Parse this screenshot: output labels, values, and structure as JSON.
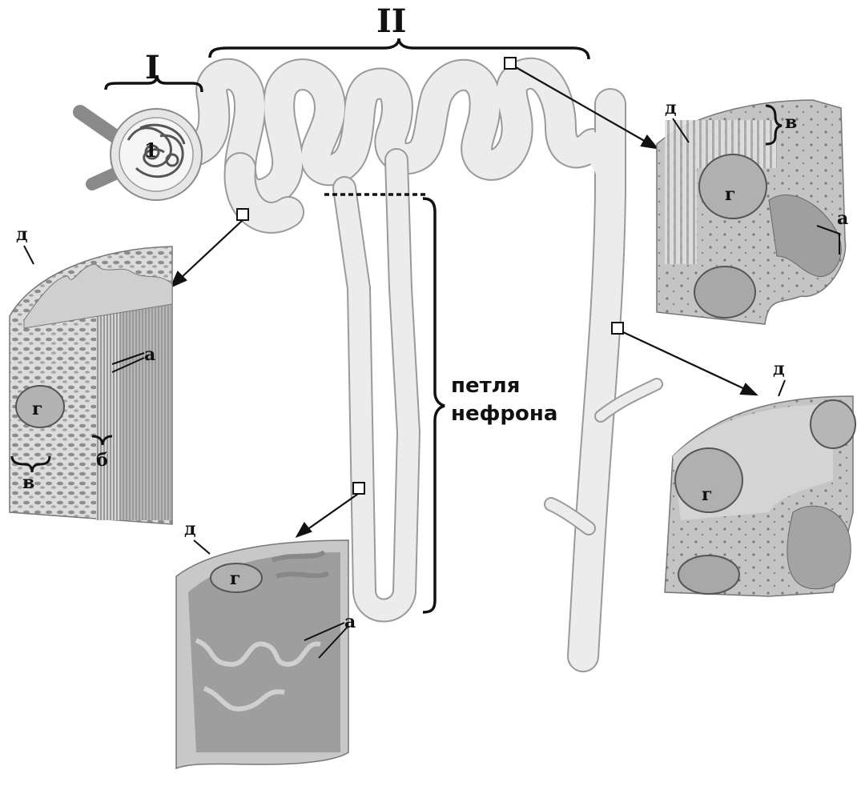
{
  "section_labels": {
    "I": "I",
    "II": "II"
  },
  "glomerulus_number": "1",
  "loop_label": {
    "line1": "петля",
    "line2": "нефрона"
  },
  "letters": {
    "a": "а",
    "b": "б",
    "v": "в",
    "g": "г",
    "d": "д"
  },
  "colors": {
    "tubule": "#e8e8e8",
    "tubule_edge": "#9a9a9a",
    "cell_gray": "#bdbdbd",
    "ink": "#111111"
  }
}
